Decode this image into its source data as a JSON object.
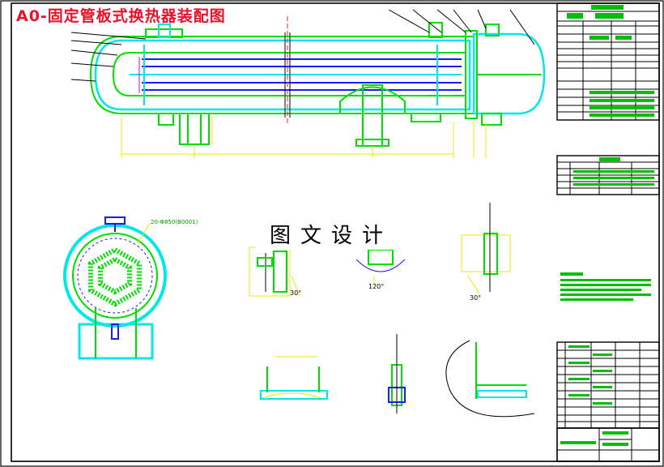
{
  "drawing": {
    "title": "A0-固定管板式换热器装配图",
    "watermark": "图文设计",
    "tube_sheet_label": "20-Φ850(B0001)",
    "angle_label_1": "120°",
    "angle_label_2": "30°",
    "angle_label_3": "30°"
  },
  "colors": {
    "background": "#ffffff",
    "title": "#e8122a",
    "shell": "#00e8e8",
    "structure": "#00e000",
    "dimension": "#e8e800",
    "hatch": "#1a1aff",
    "frame": "#000000"
  }
}
